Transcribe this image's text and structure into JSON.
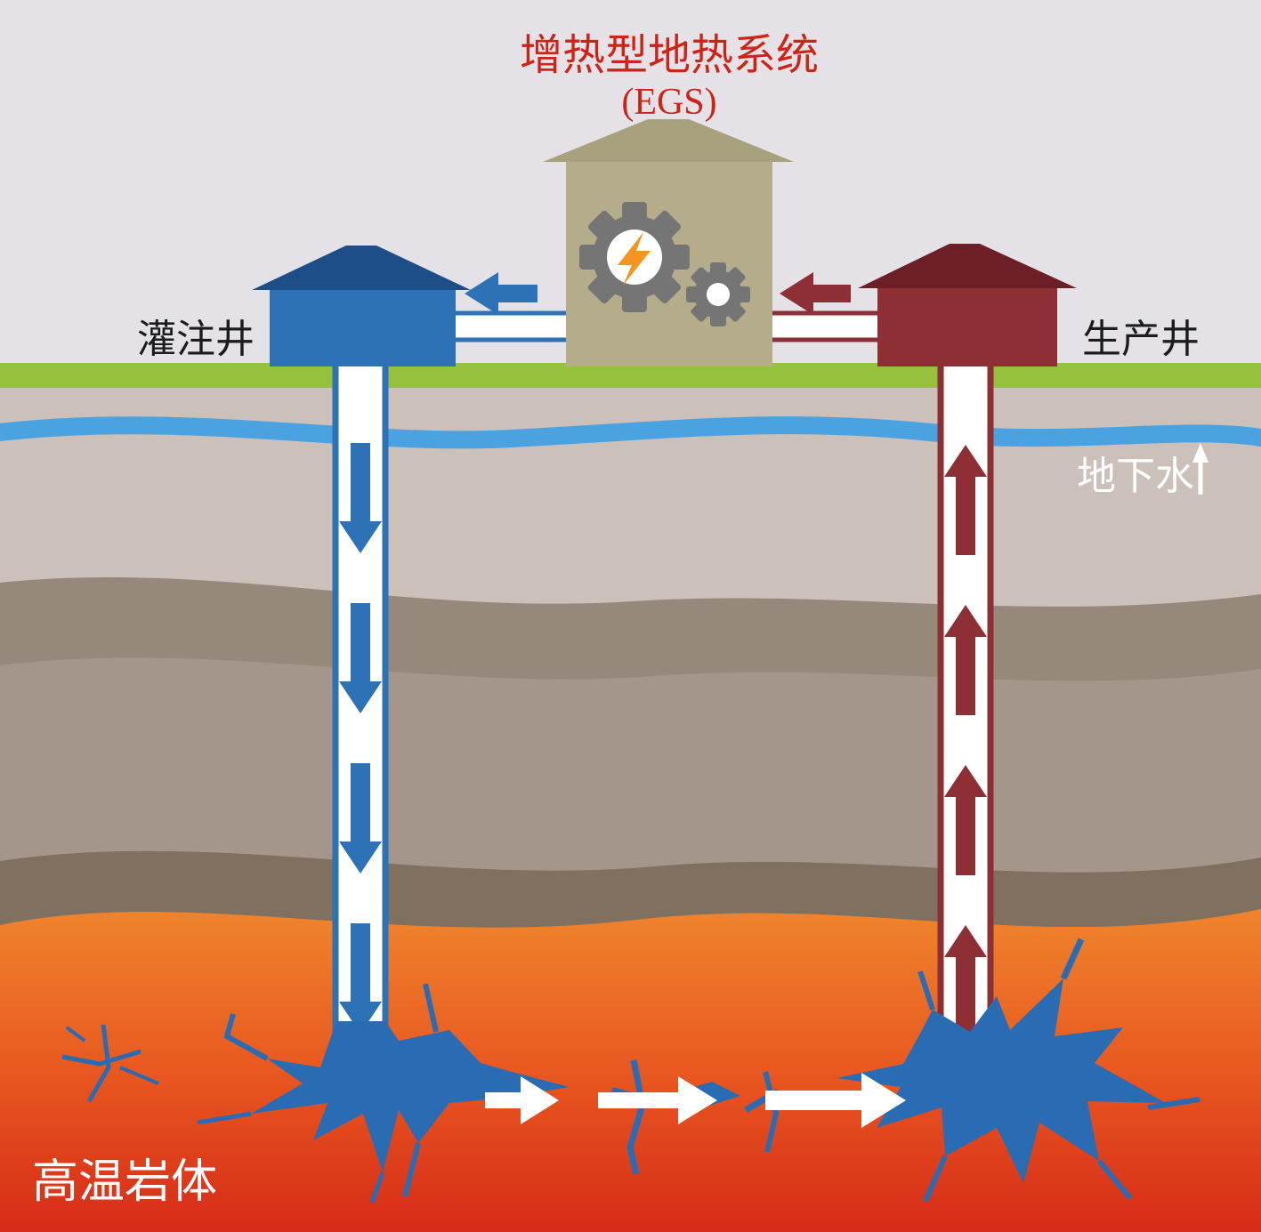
{
  "diagram": {
    "title_line1": "增热型地热系统",
    "title_line2": "(EGS)",
    "labels": {
      "injection_well": "灌注井",
      "production_well": "生产井",
      "groundwater": "地下水",
      "hot_rock": "高温岩体"
    },
    "colors": {
      "title_red": "#ce2418",
      "sky": "#e5e2e7",
      "grass": "#96c13d",
      "strata_top": "#cbc0ba",
      "strata_band": "#97887c",
      "strata_mid": "#a5968b",
      "strata_dark": "#80705f",
      "water_blue": "#4aa3e0",
      "hot_top": "#f08a2e",
      "hot_mid": "#e8561f",
      "hot_bottom": "#d62b18",
      "injection_blue": "#2d72b7",
      "injection_roof": "#1d4e87",
      "production_red": "#8e2f36",
      "production_roof": "#6c1f26",
      "plant_wall": "#b5ac8c",
      "plant_roof": "#a9a07e",
      "gear_gray": "#757575",
      "bolt_orange": "#f5941e",
      "fracture_blue": "#2a6cb3",
      "flow_white": "#ffffff"
    },
    "icons": {
      "gear": "⚙",
      "lightning_bolt": "⚡",
      "flow_arrow_right": "→",
      "flow_arrow_left": "←",
      "flow_arrow_down": "↓",
      "flow_arrow_up": "↑",
      "groundwater_arrow": "↑"
    }
  }
}
